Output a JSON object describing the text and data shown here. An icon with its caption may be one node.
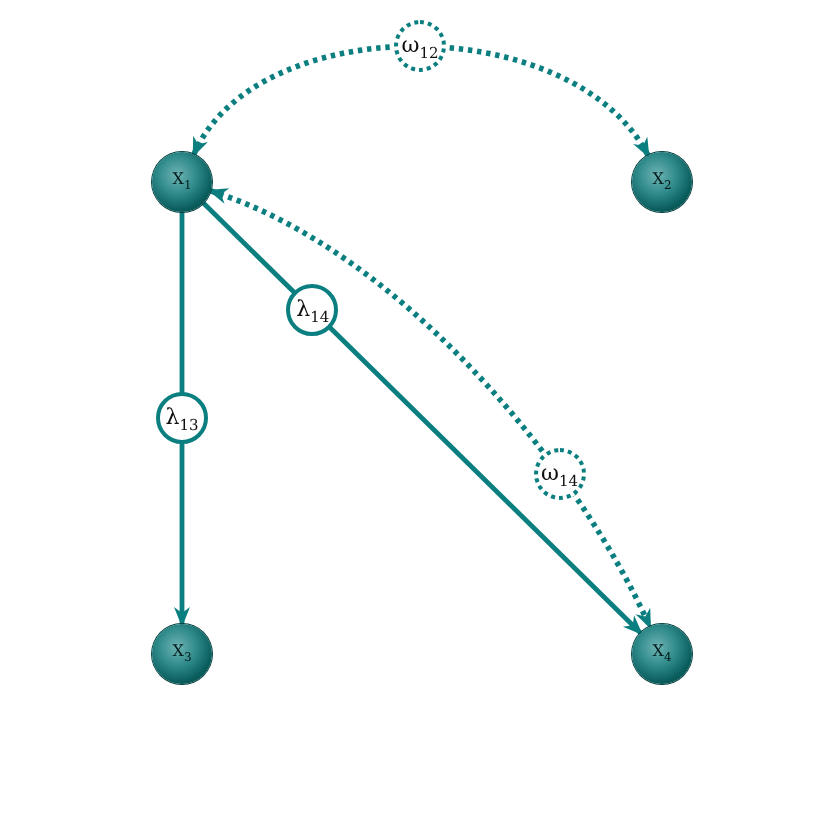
{
  "diagram": {
    "nodes": [
      {
        "text": [
          "X$_{1}$"
        ]
      },
      {
        "text": [
          "X$_{2}$"
        ]
      },
      {
        "text": [
          "X$_{3}$"
        ]
      },
      {
        "text": [
          "X$_{4}$"
        ]
      }
    ],
    "edges": [
      {
        "from": 0,
        "to": 1,
        "arrow": "both",
        "label": "ω$_{12}$",
        "style": "dashed"
      },
      {
        "from": 0,
        "to": 2,
        "arrow": "to",
        "label": "λ$_{13}$"
      },
      {
        "from": 0,
        "to": 3,
        "arrow": "to",
        "label": "λ$_{14}$"
      },
      {
        "from": 0,
        "to": 3,
        "arrow": "both",
        "label": "ω$_{14}$",
        "style": "dashed"
      }
    ]
  }
}
